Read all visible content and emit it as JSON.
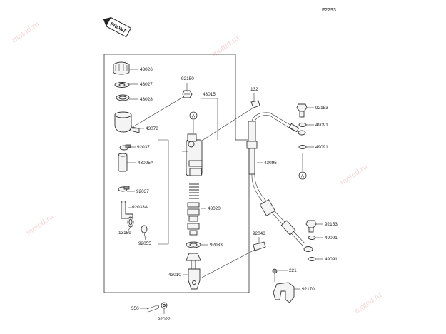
{
  "page_code": "F2293",
  "watermark": "motod.ru",
  "front_text": "FRONT",
  "callout_marker": "A",
  "parts": {
    "p43026": "43026",
    "p43027": "43027",
    "p43028": "43028",
    "p43078": "43078",
    "p92037a": "92037",
    "p43095A": "43095A",
    "p92037b": "92037",
    "p92033A": "92033A",
    "p13159": "13159",
    "p92055": "92055",
    "p92150": "92150",
    "p43015": "43015",
    "p132": "132",
    "p43020": "43020",
    "p92033": "92033",
    "p43010": "43010",
    "p92043": "92043",
    "p550": "550",
    "p92022": "92022",
    "p43095": "43095",
    "p92153a": "92153",
    "p49091a": "49091",
    "p49091b": "49091",
    "p92153b": "92153",
    "p49091c": "49091",
    "p49091d": "49091",
    "p221": "221",
    "p92170": "92170"
  }
}
